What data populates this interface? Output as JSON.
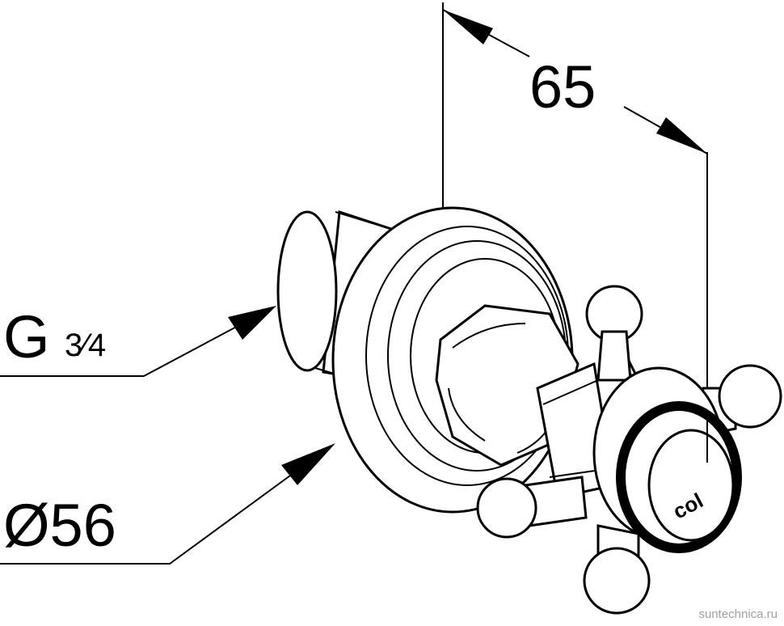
{
  "dimensions": {
    "length": "65",
    "thread": {
      "main": "G",
      "fraction": "3⁄4"
    },
    "diameter": "Ø56"
  },
  "cap_label": "col",
  "watermark": "suntechnica.ru",
  "colors": {
    "line": "#000000",
    "background": "#ffffff",
    "watermark": "#a0a0a0"
  }
}
